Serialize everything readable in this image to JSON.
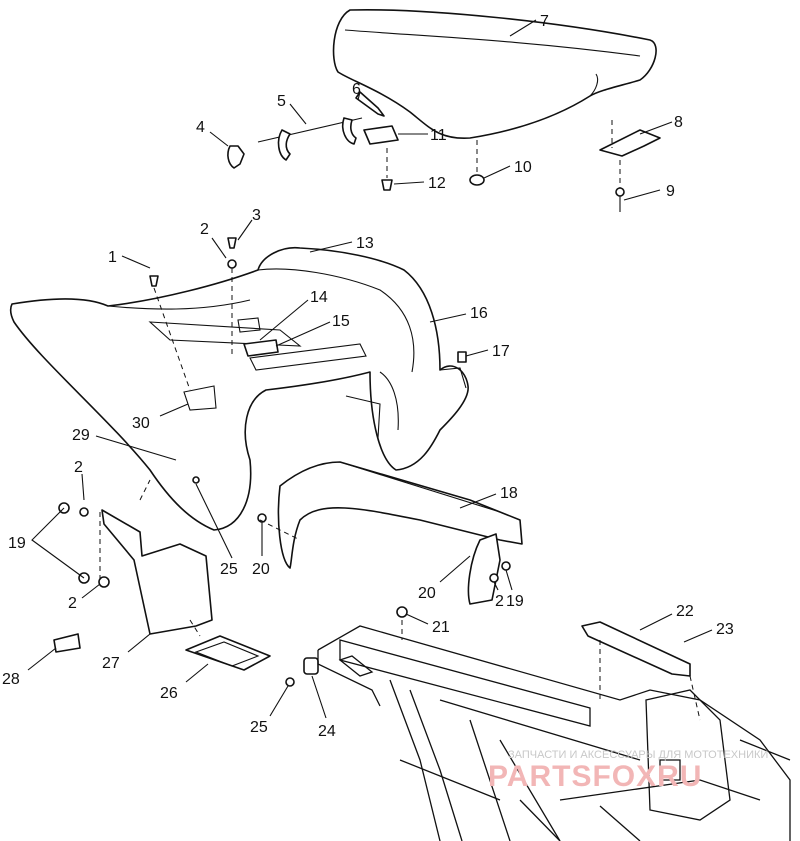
{
  "diagram": {
    "callouts": [
      {
        "id": "c7",
        "label": "7"
      },
      {
        "id": "c5",
        "label": "5"
      },
      {
        "id": "c6",
        "label": "6"
      },
      {
        "id": "c4",
        "label": "4"
      },
      {
        "id": "c11",
        "label": "11"
      },
      {
        "id": "c8",
        "label": "8"
      },
      {
        "id": "c10",
        "label": "10"
      },
      {
        "id": "c12",
        "label": "12"
      },
      {
        "id": "c9",
        "label": "9"
      },
      {
        "id": "c3",
        "label": "3"
      },
      {
        "id": "c2a",
        "label": "2"
      },
      {
        "id": "c13",
        "label": "13"
      },
      {
        "id": "c1",
        "label": "1"
      },
      {
        "id": "c14",
        "label": "14"
      },
      {
        "id": "c15",
        "label": "15"
      },
      {
        "id": "c16",
        "label": "16"
      },
      {
        "id": "c17",
        "label": "17"
      },
      {
        "id": "c30",
        "label": "30"
      },
      {
        "id": "c29",
        "label": "29"
      },
      {
        "id": "c2b",
        "label": "2"
      },
      {
        "id": "c18",
        "label": "18"
      },
      {
        "id": "c19a",
        "label": "19"
      },
      {
        "id": "c25a",
        "label": "25"
      },
      {
        "id": "c20a",
        "label": "20"
      },
      {
        "id": "c20b",
        "label": "20"
      },
      {
        "id": "c2d",
        "label": "2"
      },
      {
        "id": "c19b",
        "label": "19"
      },
      {
        "id": "c2c",
        "label": "2"
      },
      {
        "id": "c22",
        "label": "22"
      },
      {
        "id": "c21",
        "label": "21"
      },
      {
        "id": "c23",
        "label": "23"
      },
      {
        "id": "c28",
        "label": "28"
      },
      {
        "id": "c27",
        "label": "27"
      },
      {
        "id": "c26",
        "label": "26"
      },
      {
        "id": "c25b",
        "label": "25"
      },
      {
        "id": "c24",
        "label": "24"
      }
    ]
  },
  "watermark": {
    "tagline": "ЗАПЧАСТИ И АКСЕССУАРЫ ДЛЯ МОТОТЕХНИКИ",
    "logo": "PARTSFOXRU"
  }
}
